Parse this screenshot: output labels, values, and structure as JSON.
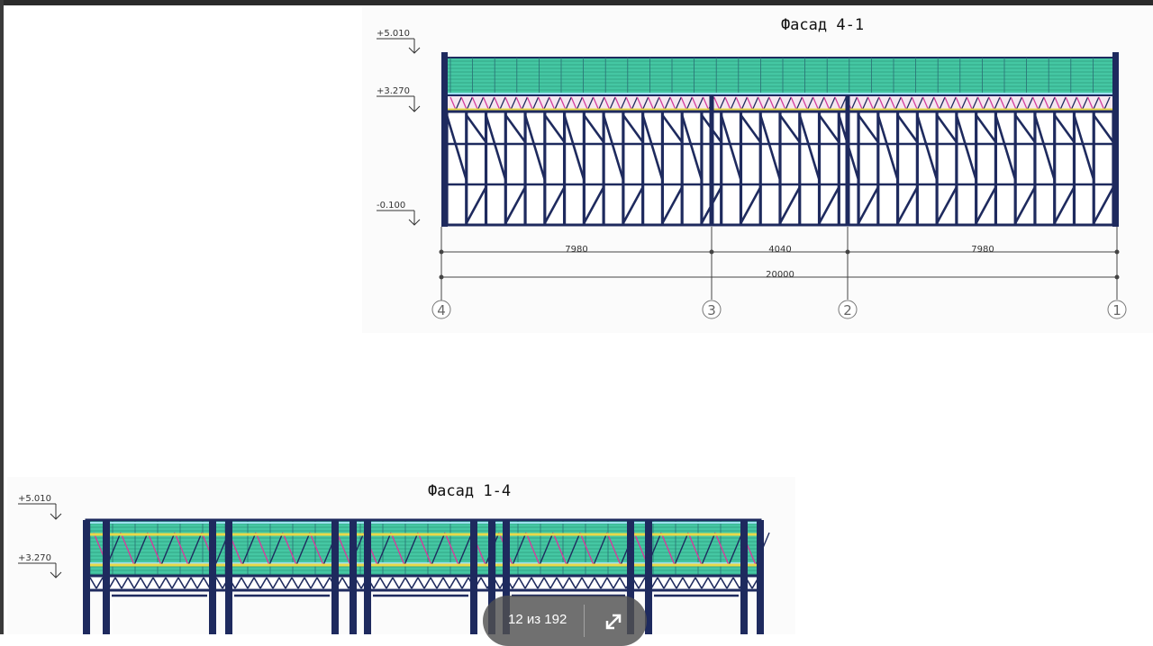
{
  "drawing": {
    "facade_top": {
      "title": "Фасад 4-1",
      "levels": [
        "+5.010",
        "+3.270",
        "-0.100"
      ],
      "dims_row": [
        "7980",
        "4040",
        "7980"
      ],
      "dim_total": "20000",
      "axes": [
        "4",
        "3",
        "2",
        "1"
      ]
    },
    "facade_bottom": {
      "title": "Фасад 1-4",
      "levels": [
        "+5.010",
        "+3.270"
      ]
    }
  },
  "pager": {
    "label": "12 из 192"
  },
  "colors": {
    "frame": "#1e2a5e",
    "panel": "#3cc39c",
    "accent": "#d43c9c",
    "yellow": "#e8d94a",
    "dim": "#444444"
  }
}
